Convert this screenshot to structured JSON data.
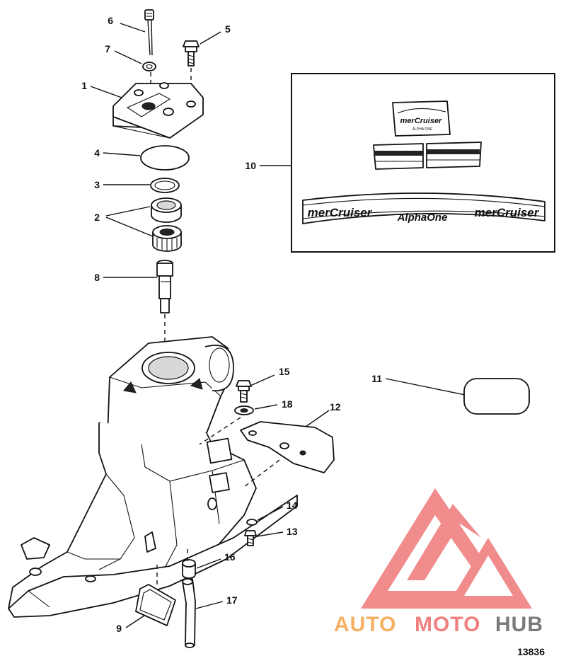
{
  "callouts": {
    "c1": "1",
    "c2": "2",
    "c3": "3",
    "c4": "4",
    "c5": "5",
    "c6": "6",
    "c7": "7",
    "c8": "8",
    "c9": "9",
    "c10": "10",
    "c11": "11",
    "c12": "12",
    "c13": "13",
    "c14": "14",
    "c15": "15",
    "c16": "16",
    "c17": "17",
    "c18": "18"
  },
  "decals": {
    "brand_main": "merCruiser",
    "brand_model": "AlphaOne",
    "badge_small": "ALPHA ONE"
  },
  "watermark": {
    "auto": "AUTO",
    "moto": "MOTO",
    "hub": "HUB",
    "color_red": "#f08080",
    "color_orange": "#f5b061",
    "color_gray": "#7a7a7a"
  },
  "figure_number": "13836"
}
